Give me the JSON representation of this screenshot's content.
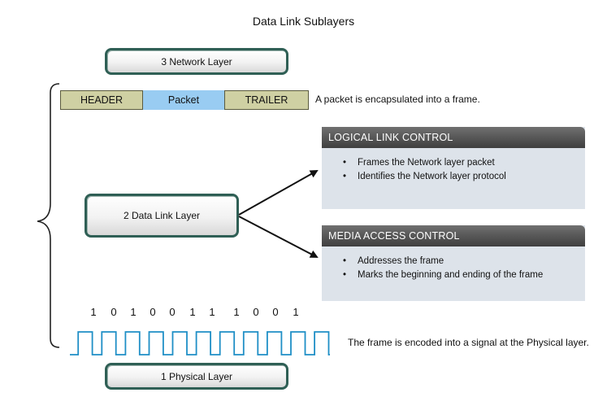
{
  "title": "Data Link Sublayers",
  "layers": {
    "network": "3 Network Layer",
    "datalink": "2 Data Link Layer",
    "physical": "1 Physical Layer"
  },
  "frame": {
    "header": "HEADER",
    "packet": "Packet",
    "trailer": "TRAILER",
    "note": "A packet is encapsulated into a frame."
  },
  "llc": {
    "heading": "LOGICAL LINK CONTROL",
    "items": [
      "Frames the Network layer packet",
      "Identifies the Network layer protocol"
    ]
  },
  "mac": {
    "heading": "MEDIA ACCESS CONTROL",
    "items": [
      "Addresses the frame",
      "Marks the beginning and ending of the frame"
    ]
  },
  "bits": [
    "1",
    "0",
    "1",
    "0",
    "0",
    "1",
    "1",
    "1",
    "0",
    "0",
    "1"
  ],
  "signal_note": "The frame is encoded into a signal at the Physical layer.",
  "colors": {
    "box_border": "#2f5f55",
    "header_fill": "#cfd0a3",
    "packet_fill": "#99ccf2",
    "panel_fill": "#dde3ea",
    "signal": "#1f8fc6"
  }
}
